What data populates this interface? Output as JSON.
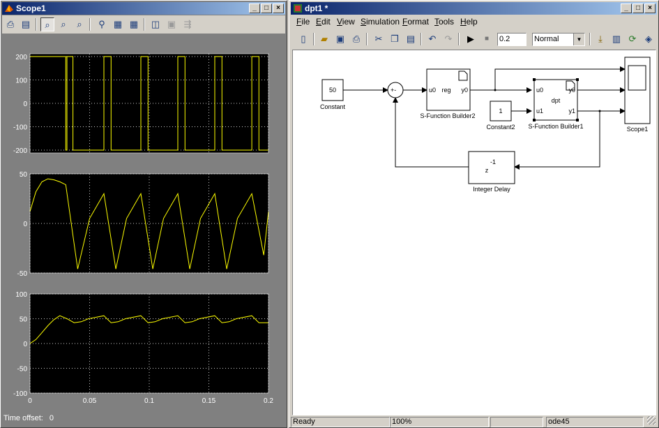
{
  "scope": {
    "title": "Scope1",
    "time_offset_label": "Time offset:",
    "time_offset_value": "0",
    "x_ticks": [
      "0",
      "0.05",
      "0.1",
      "0.15",
      "0.2"
    ],
    "plots": [
      {
        "y_ticks": [
          "200",
          "100",
          "0",
          "-100",
          "-200"
        ]
      },
      {
        "y_ticks": [
          "50",
          "0",
          "-50"
        ]
      },
      {
        "y_ticks": [
          "100",
          "50",
          "0",
          "-50",
          "-100"
        ]
      }
    ],
    "colors": {
      "background": "#808080",
      "axes": "#000000",
      "signal": "#ffff00"
    }
  },
  "chart_data": [
    {
      "type": "line",
      "xlim": [
        0,
        0.2
      ],
      "ylim": [
        -220,
        220
      ],
      "grid": true,
      "series": [
        {
          "x": [
            0,
            0.03,
            0.03,
            0.031,
            0.031,
            0.036,
            0.036,
            0.062,
            0.062,
            0.068,
            0.068,
            0.093,
            0.093,
            0.099,
            0.099,
            0.124,
            0.124,
            0.13,
            0.13,
            0.155,
            0.155,
            0.161,
            0.161,
            0.186,
            0.186,
            0.192,
            0.192,
            0.2
          ],
          "y": [
            210,
            210,
            -210,
            -210,
            210,
            210,
            -210,
            -210,
            210,
            210,
            -210,
            -210,
            210,
            210,
            -210,
            -210,
            210,
            210,
            -210,
            -210,
            210,
            210,
            -210,
            -210,
            210,
            210,
            -210,
            -210
          ]
        }
      ]
    },
    {
      "type": "line",
      "xlim": [
        0,
        0.2
      ],
      "ylim": [
        -50,
        50
      ],
      "grid": true,
      "series": [
        {
          "x": [
            0,
            0.005,
            0.01,
            0.015,
            0.02,
            0.025,
            0.03,
            0.04,
            0.05,
            0.062,
            0.072,
            0.081,
            0.093,
            0.103,
            0.112,
            0.124,
            0.134,
            0.143,
            0.155,
            0.165,
            0.174,
            0.186,
            0.196,
            0.2
          ],
          "y": [
            12,
            32,
            42,
            45,
            44,
            42,
            39,
            -46,
            5,
            30,
            -46,
            5,
            30,
            -46,
            5,
            30,
            -46,
            5,
            30,
            -46,
            5,
            30,
            -32,
            12
          ]
        }
      ]
    },
    {
      "type": "line",
      "xlim": [
        0,
        0.2
      ],
      "ylim": [
        -100,
        100
      ],
      "grid": true,
      "series": [
        {
          "x": [
            0,
            0.005,
            0.01,
            0.015,
            0.02,
            0.025,
            0.031,
            0.037,
            0.043,
            0.049,
            0.062,
            0.068,
            0.074,
            0.08,
            0.093,
            0.099,
            0.105,
            0.111,
            0.124,
            0.13,
            0.136,
            0.142,
            0.155,
            0.161,
            0.167,
            0.173,
            0.186,
            0.192,
            0.2
          ],
          "y": [
            0,
            8,
            22,
            36,
            48,
            56,
            50,
            42,
            44,
            50,
            56,
            42,
            44,
            50,
            56,
            42,
            44,
            50,
            56,
            42,
            44,
            50,
            56,
            42,
            44,
            50,
            56,
            42,
            42
          ]
        }
      ]
    }
  ],
  "model": {
    "title": "dpt1 *",
    "menus": [
      {
        "label": "File",
        "key": "F",
        "rest": "ile"
      },
      {
        "label": "Edit",
        "key": "E",
        "rest": "dit"
      },
      {
        "label": "View",
        "key": "V",
        "rest": "iew"
      },
      {
        "label": "Simulation",
        "key": "S",
        "rest": "imulation"
      },
      {
        "label": "Format",
        "key": "F",
        "rest": "ormat"
      },
      {
        "label": "Tools",
        "key": "T",
        "rest": "ools"
      },
      {
        "label": "Help",
        "key": "H",
        "rest": "elp"
      }
    ],
    "stop_time": "0.2",
    "sim_mode": "Normal",
    "blocks": {
      "constant": {
        "value": "50",
        "label": "Constant"
      },
      "sum": {
        "signs": "+-"
      },
      "sfb2": {
        "in": "u0",
        "name": "reg",
        "out": "y0",
        "label": "S-Function Builder2"
      },
      "constant2": {
        "value": "1",
        "label": "Constant2"
      },
      "sfb1": {
        "in0": "u0",
        "in1": "u1",
        "name": "dpt",
        "out0": "y0",
        "out1": "y1",
        "label": "S-Function Builder1"
      },
      "delay": {
        "exp": "-1",
        "z": "z",
        "label": "Integer Delay"
      },
      "scope": {
        "label": "Scope1"
      }
    },
    "status": {
      "state": "Ready",
      "zoom": "100%",
      "solver": "ode45"
    }
  }
}
